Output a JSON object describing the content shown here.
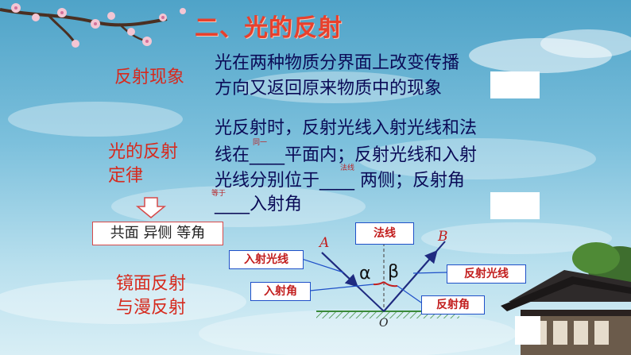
{
  "slide": {
    "title": "二、光的反射",
    "phenomenon": {
      "label": "反射现象",
      "line1": "光在两种物质分界面上改变传播",
      "line2": "方向又返回原来物质中的现象"
    },
    "law": {
      "label_line1": "光的反射",
      "label_line2": "定律",
      "line1": "光反射时，反射光线入射光线和法",
      "line2": "线在____平面内；反射光线和入射",
      "line3": "光线分别位于____ 两侧；反射角",
      "line4": "____入射角",
      "hint_same": "同一",
      "hint_normal": "法线",
      "hint_equal": "等于"
    },
    "summary": "共面 异侧 等角",
    "mirror_types": {
      "line1": "镜面反射",
      "line2": "与漫反射"
    },
    "diagram": {
      "normal_label": "法线",
      "incident_ray_label": "入射光线",
      "incident_angle_label": "入射角",
      "reflected_ray_label": "反射光线",
      "reflected_angle_label": "反射角",
      "point_a": "A",
      "point_b": "B",
      "point_o": "O",
      "alpha": "α",
      "beta": "β"
    }
  },
  "colors": {
    "title": "#e8402c",
    "label_red": "#d62a1e",
    "body_navy": "#0b0b57",
    "diagram_blue": "#1f50c8"
  }
}
